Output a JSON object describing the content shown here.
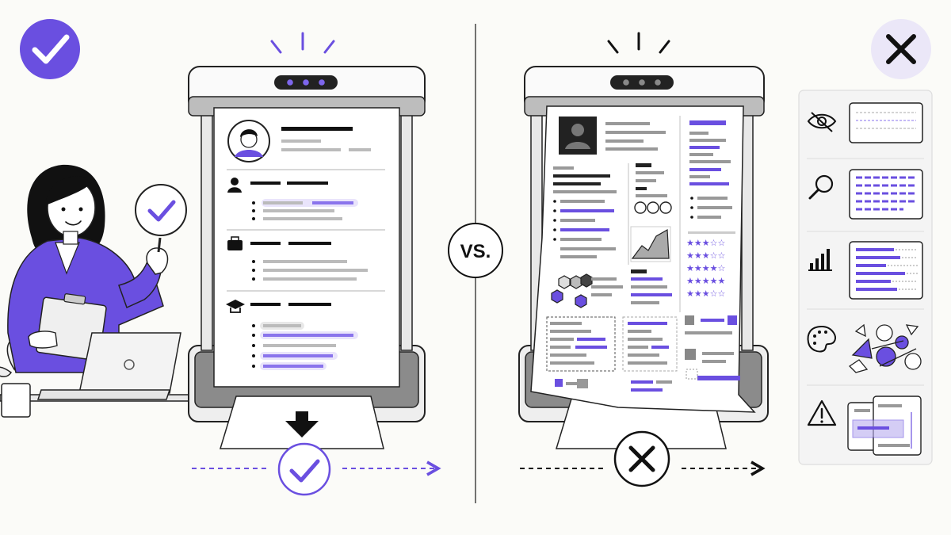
{
  "comparison": {
    "vs_label": "VS."
  },
  "colors": {
    "accent": "#6a4fe0",
    "accent_light": "#c9bcf5",
    "ink": "#111111",
    "mid_gray": "#9a9a9a",
    "light_gray": "#e7e7e7",
    "paper": "#ffffff",
    "background": "#fbfbf8",
    "x_badge_bg": "#ebe7f8"
  },
  "left_panel": {
    "status": "pass",
    "badge_icon": "check-circle-icon",
    "resume_sections": [
      "person-icon",
      "briefcase-icon",
      "graduation-cap-icon"
    ],
    "output_icon": "arrow-down-icon",
    "result_icon": "check-icon"
  },
  "right_panel": {
    "status": "fail",
    "badge_icon": "x-mark-icon",
    "result_icon": "x-icon",
    "issue_icons": [
      "eye-slash-icon",
      "magnifier-icon",
      "bar-chart-icon",
      "palette-icon",
      "warning-triangle-icon"
    ]
  }
}
